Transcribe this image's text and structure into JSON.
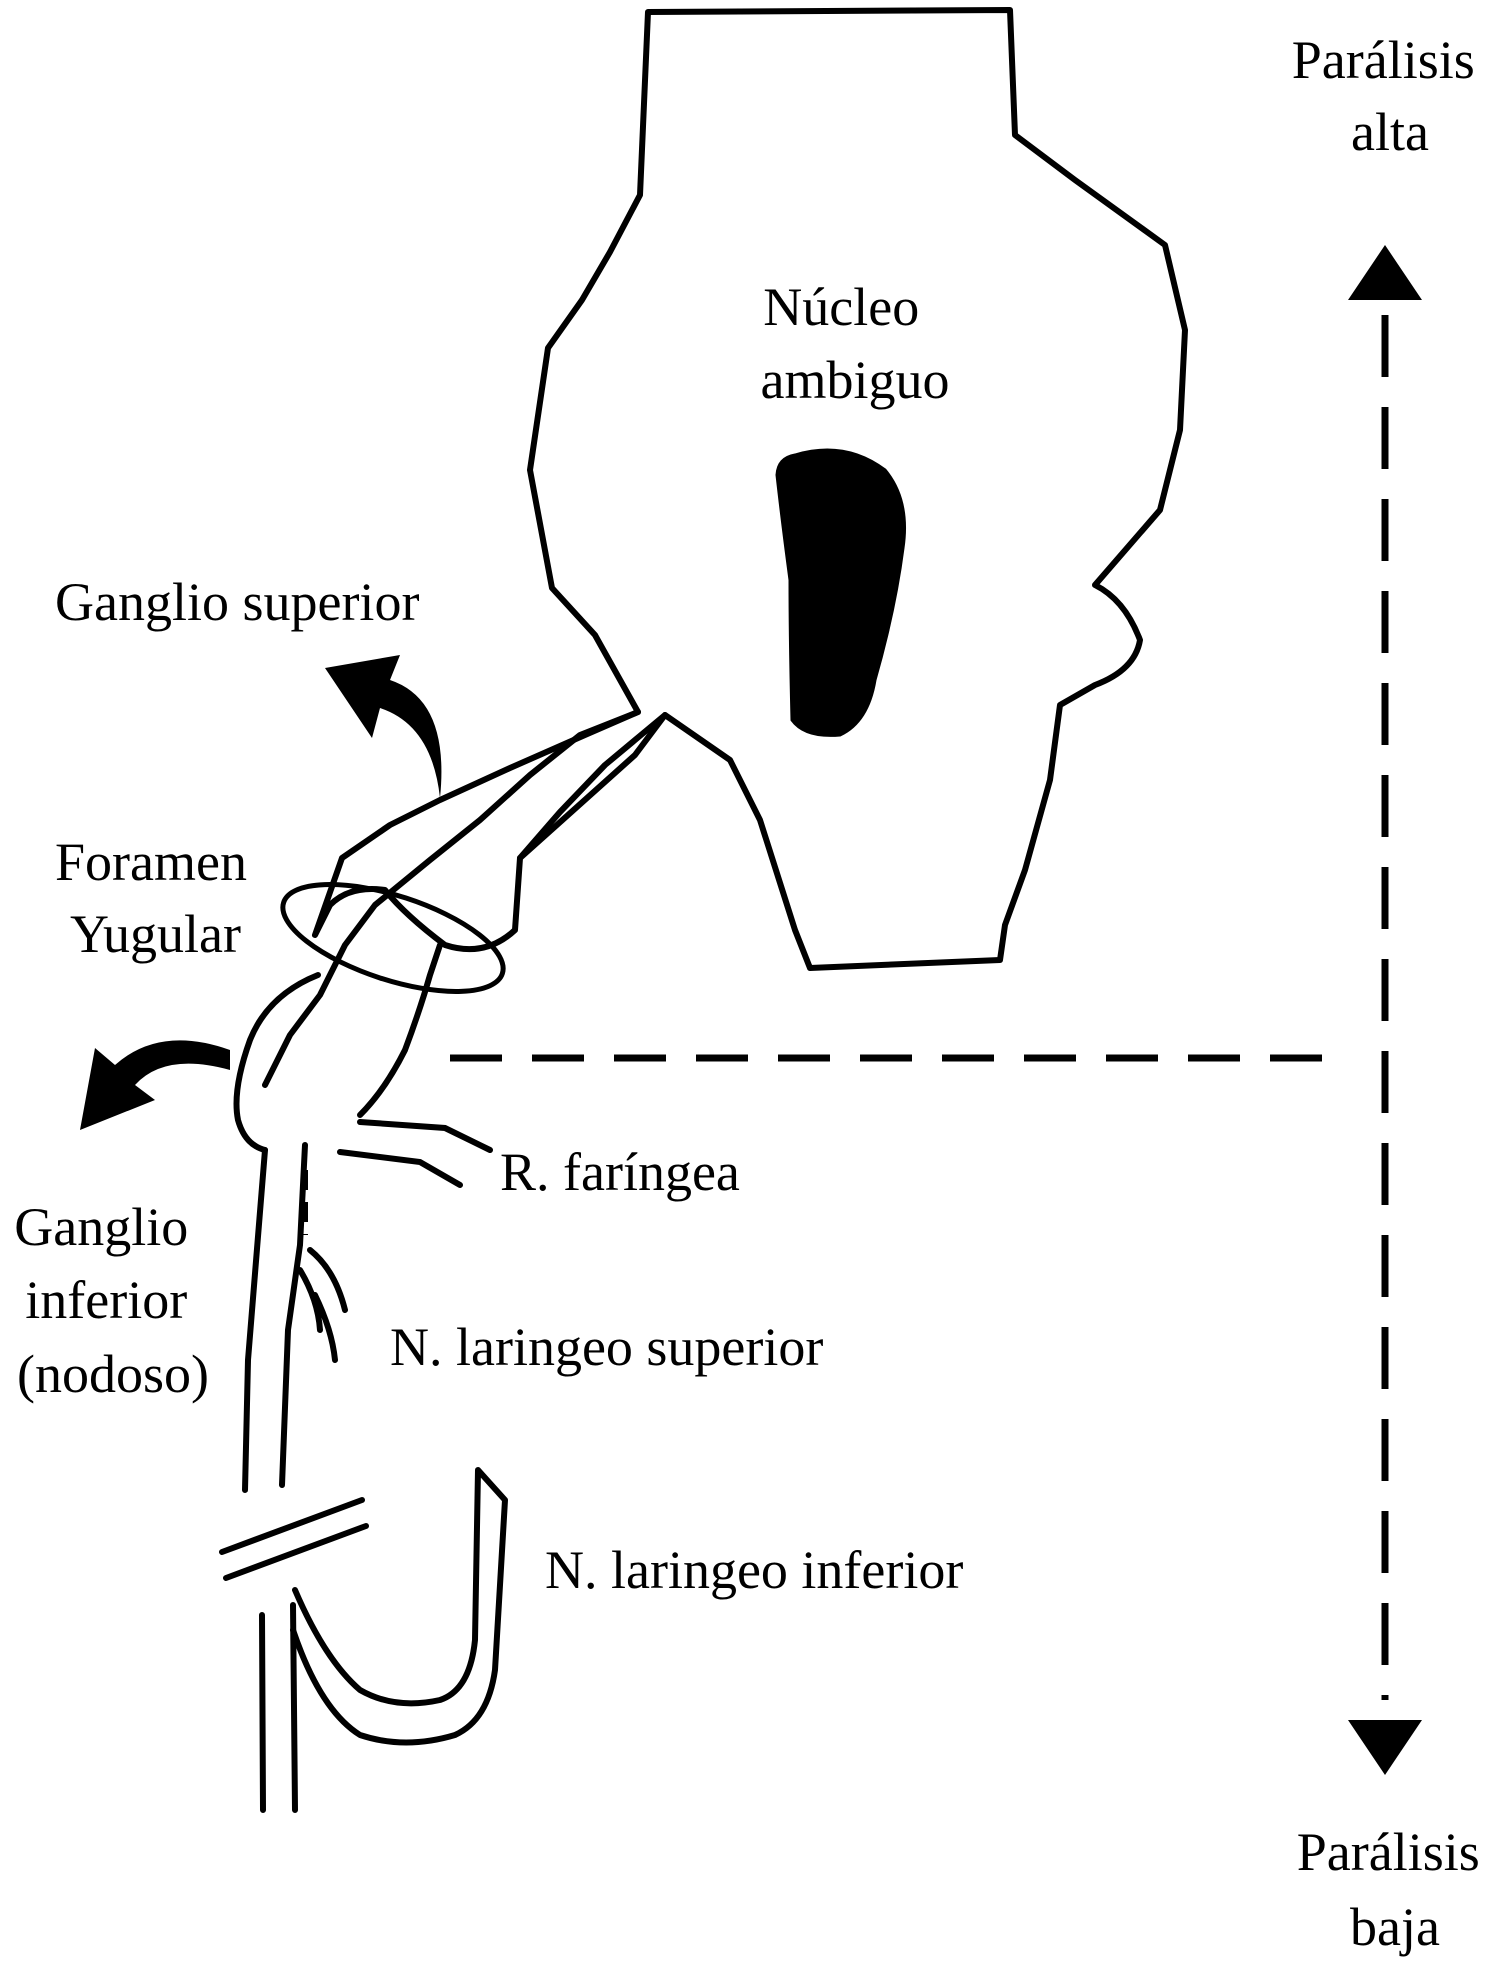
{
  "labels": {
    "paralysis_high": [
      "Parálisis",
      "alta"
    ],
    "paralysis_low": [
      "Parálisis",
      "baja"
    ],
    "nucleus": [
      "Núcleo",
      "ambiguo"
    ],
    "ganglion_superior": "Ganglio superior",
    "jugular_foramen": [
      "Foramen",
      "Yugular"
    ],
    "ganglion_inferior": [
      "Ganglio",
      "inferior",
      "(nodoso)"
    ],
    "pharyngeal_branch": "R. faríngea",
    "superior_laryngeal": "N. laringeo superior",
    "inferior_laryngeal": "N. laringeo inferior"
  },
  "colors": {
    "ink": "#000000",
    "background": "#ffffff"
  }
}
